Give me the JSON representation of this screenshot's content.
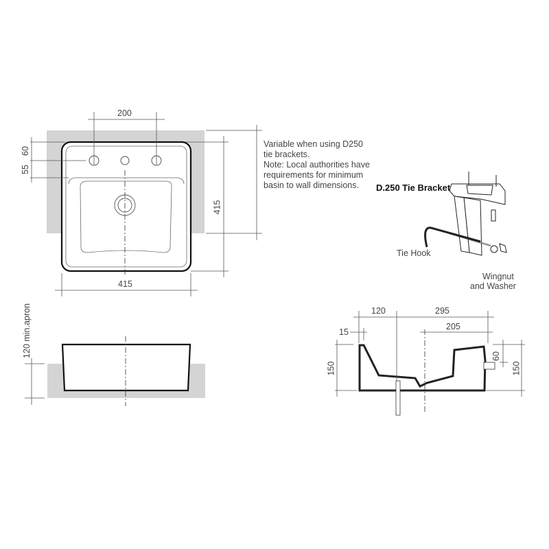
{
  "plan_view": {
    "dims": {
      "tap_spacing": "200",
      "top_to_tap": "60",
      "tap_to_bowl": "55",
      "width": "415",
      "depth": "415"
    }
  },
  "note": {
    "lines": [
      "Variable when using D250",
      "tie brackets.",
      "Note: Local authorities have",
      "requirements for minimum",
      "basin to wall dimensions."
    ]
  },
  "bracket": {
    "title": "D.250 Tie Bracket",
    "tie_hook_label": "Tie Hook",
    "wingnut_label_1": "Wingnut",
    "wingnut_label_2": "and Washer"
  },
  "front_view": {
    "apron_label": "120 min.apron"
  },
  "section_view": {
    "dims": {
      "a": "120",
      "b": "295",
      "c": "15",
      "d": "205",
      "e": "60",
      "h_left": "150",
      "h_right": "150"
    }
  },
  "colors": {
    "counter": "#d4d4d4",
    "line": "#222222",
    "dim_line": "#555555"
  }
}
